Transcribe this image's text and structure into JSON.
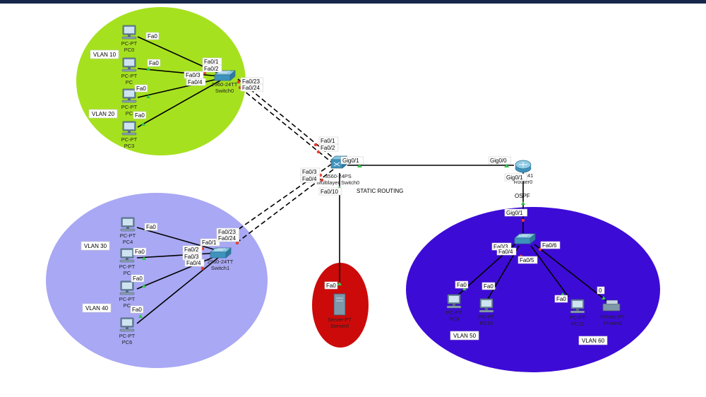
{
  "annotations": {
    "static_routing": "STATIC ROUTING",
    "ospf": "OSPF"
  },
  "zones": {
    "green": {
      "vlans": [
        "VLAN 10",
        "VLAN 20"
      ],
      "color": "#a6e11f"
    },
    "lavender": {
      "vlans": [
        "VLAN 30",
        "VLAN 40"
      ],
      "color": "#a8a8f4"
    },
    "red": {
      "color": "#cc0a0a"
    },
    "purple": {
      "vlans": [
        "VLAN 50",
        "VLAN 60"
      ],
      "color": "#3d0bd6"
    }
  },
  "devices": {
    "pc0": {
      "type": "PC-PT",
      "name": "PC0"
    },
    "pc1": {
      "type": "PC-PT",
      "name": "PC"
    },
    "pc2": {
      "type": "PC-PT",
      "name": "PC"
    },
    "pc3": {
      "type": "PC-PT",
      "name": "PC3"
    },
    "pc4": {
      "type": "PC-PT",
      "name": "PC4"
    },
    "pc5": {
      "type": "PC-PT",
      "name": "PC"
    },
    "pc6": {
      "type": "PC-PT",
      "name": "PC"
    },
    "pc7": {
      "type": "PC-PT",
      "name": "PC6"
    },
    "pc8": {
      "type": "PC-PT",
      "name": "PC9"
    },
    "pc10": {
      "type": "PC-PT",
      "name": "PC10"
    },
    "pc11": {
      "type": "PC-PT",
      "name": "PC11"
    },
    "printer": {
      "type": "Printer-PT",
      "name": "Printer0"
    },
    "server": {
      "type": "Server-PT",
      "name": "Server0"
    },
    "switch0": {
      "type": "2960-24TT",
      "name": "Switch0"
    },
    "switch1": {
      "type": "2960-24TT",
      "name": "Switch1"
    },
    "mls": {
      "type": "3560-24PS",
      "name": "Multilayer Switch0"
    },
    "router": {
      "type": "1941",
      "name": "Router0"
    }
  },
  "ports": {
    "s0_pc0": "Fa0",
    "s0_pc1": "Fa0",
    "s0_pc2": "Fa0",
    "s0_pc3": "Fa0",
    "s0_p1": "Fa0/1",
    "s0_p2": "Fa0/2",
    "s0_p3": "Fa0/3",
    "s0_p4": "Fa0/4",
    "s0_p23": "Fa0/23",
    "s0_p24": "Fa0/24",
    "mls_f1": "Fa0/1",
    "mls_f2": "Fa0/2",
    "mls_f3": "Fa0/3",
    "mls_f4": "Fa0/4",
    "mls_g1": "Gig0/1",
    "mls_f10": "Fa0/10",
    "r_g0": "Gig0/0",
    "r_g1": "Gig0/1",
    "s2_g1": "Gig0/1",
    "s1_pc4": "Fa0",
    "s1_pc5": "Fa0",
    "s1_pc6": "Fa0",
    "s1_pc7": "Fa0",
    "s1_p1": "Fa0/1",
    "s1_p2": "Fa0/2",
    "s1_p3": "Fa0/3",
    "s1_p4": "Fa0/4",
    "s1_p23": "Fa0/23",
    "s1_p24": "Fa0/24",
    "srv_fa0": "Fa0",
    "s2_p3": "Fa0/3",
    "s2_p4": "Fa0/4",
    "s2_p5": "Fa0/5",
    "s2_p6": "Fa0/6",
    "s2_pc8": "Fa0",
    "s2_pc10": "Fa0",
    "s2_pc11": "Fa0",
    "s2_prn": "0"
  }
}
